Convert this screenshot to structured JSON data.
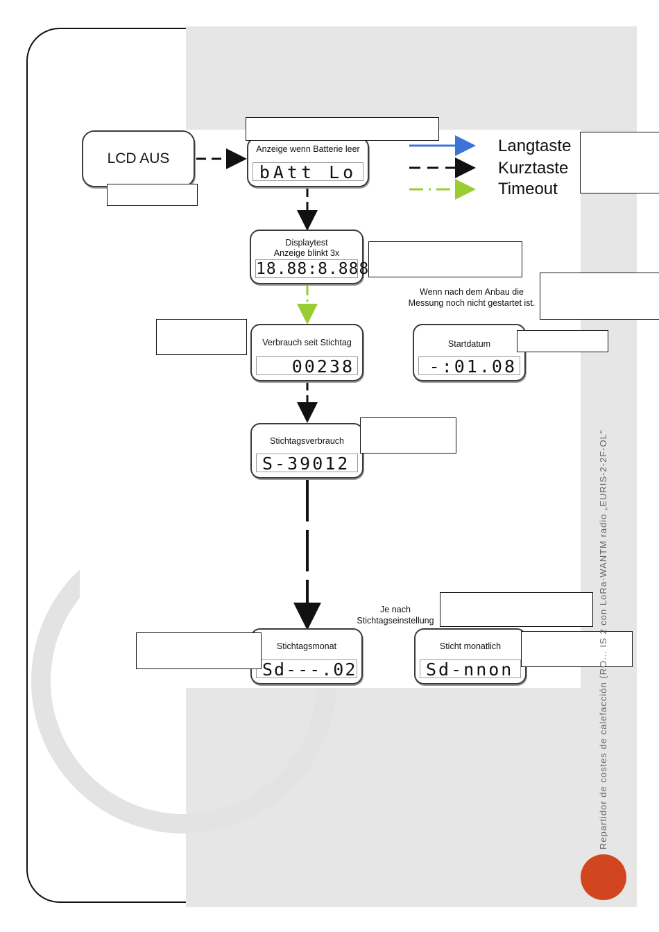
{
  "nodes": {
    "lcd_aus": "LCD AUS",
    "batt": {
      "label": "Anzeige wenn Batterie leer",
      "display": "bAtt Lo"
    },
    "displaytest": {
      "label1": "Displaytest",
      "label2": "Anzeige blinkt 3x",
      "display": "18.88:8.888"
    },
    "verbrauch": {
      "label": "Verbrauch seit Stichtag",
      "display": "00238"
    },
    "startdatum": {
      "label": "Startdatum",
      "display": "-:01.08"
    },
    "stichtagsverbrauch": {
      "label": "Stichtagsverbrauch",
      "display": "S-39012"
    },
    "stichtagsmonat": {
      "label": "Stichtagsmonat",
      "display": "Sd---.02"
    },
    "sticht_monatlich": {
      "label": "Sticht monatlich",
      "display": "Sd-nnon"
    }
  },
  "notes": {
    "anbau": "Wenn nach dem Anbau die Messung noch nicht gestartet ist.",
    "je_nach_1": "Je nach",
    "je_nach_2": "Stichtagseinstellung"
  },
  "legend": {
    "lang": "Langtaste",
    "kurz": "Kurztaste",
    "timeout": "Timeout"
  },
  "colors": {
    "lang": "#3b73d9",
    "kurz": "#111111",
    "timeout": "#9acd32",
    "accent_dot": "#d2461f"
  },
  "side_text": "Repartidor de costes de calefacción (RO... IS 2 con LoRa-WANTM radio „EURIS-2-2F-OL\""
}
